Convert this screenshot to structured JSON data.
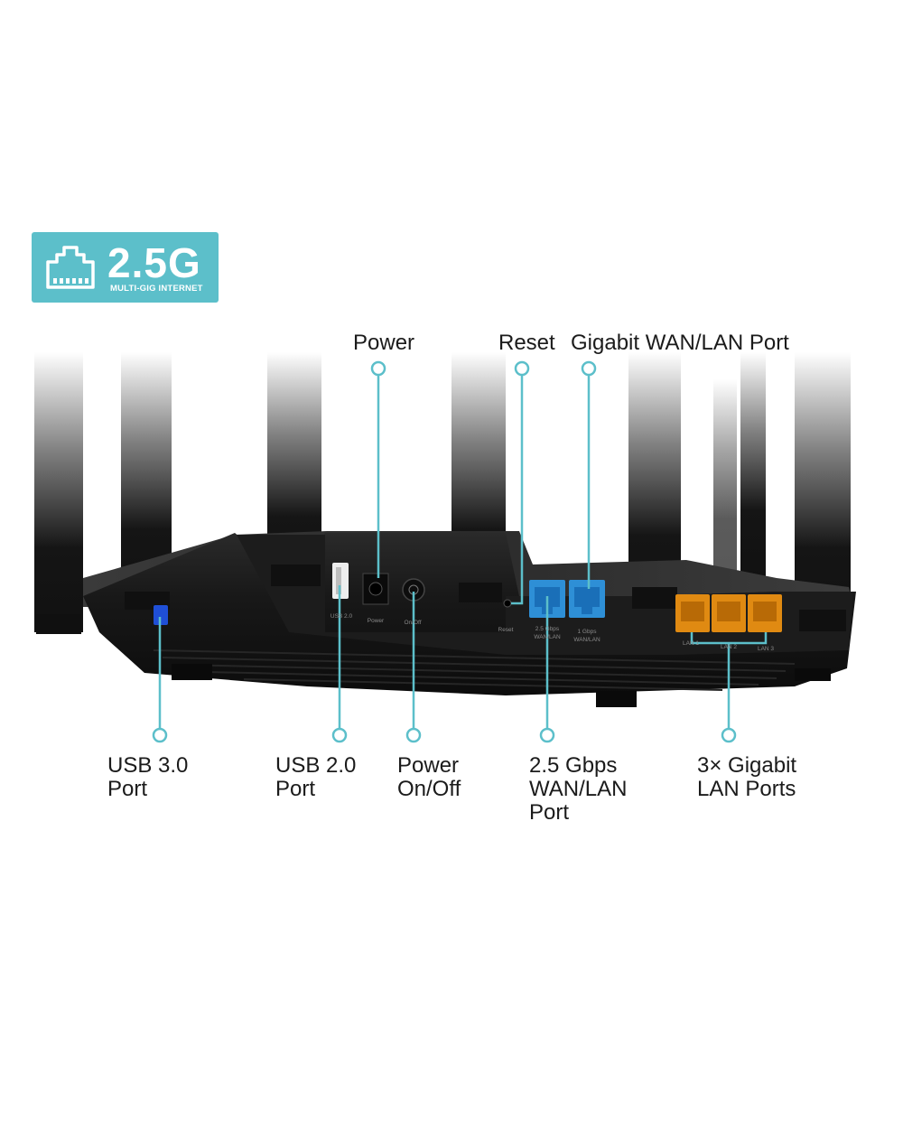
{
  "badge": {
    "main": "2.5G",
    "sub": "MULTI-GIG INTERNET",
    "icon": "ethernet-port-icon",
    "color": "#5cbfca"
  },
  "callouts": {
    "top": [
      {
        "id": "power",
        "label": "Power"
      },
      {
        "id": "reset",
        "label": "Reset"
      },
      {
        "id": "gigabit-wan-lan",
        "label": "Gigabit WAN/LAN Port"
      }
    ],
    "bottom": [
      {
        "id": "usb3",
        "label": "USB 3.0\nPort"
      },
      {
        "id": "usb2",
        "label": "USB 2.0\nPort"
      },
      {
        "id": "power-onoff",
        "label": "Power\nOn/Off"
      },
      {
        "id": "wan-2-5",
        "label": "2.5 Gbps\nWAN/LAN\nPort"
      },
      {
        "id": "lan-ports",
        "label": "3× Gigabit\nLAN Ports"
      }
    ],
    "line_color": "#5cbfca"
  },
  "device_print": {
    "usb2": "USB 2.0",
    "power": "Power",
    "onoff": "On/Off",
    "reset": "Reset",
    "wan25": "2.5 Gbps\nWAN/LAN",
    "wan1": "1 Gbps\nWAN/LAN",
    "lan1": "LAN 1",
    "lan2": "LAN 2",
    "lan3": "LAN 3"
  },
  "colors": {
    "router_body": "#141414",
    "wan_port": "#2e8fd6",
    "lan_port": "#e08a12"
  }
}
